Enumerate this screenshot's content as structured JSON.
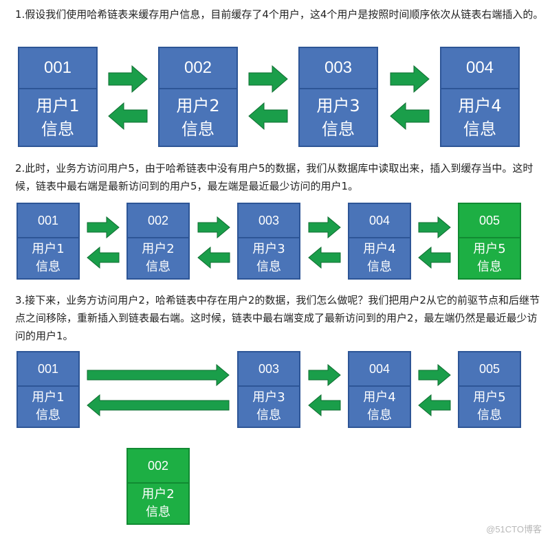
{
  "step1": {
    "text": "1.假设我们使用哈希链表来缓存用户信息，目前缓存了4个用户，这4个用户是按照时间顺序依次从链表右端插入的。",
    "nodes": [
      {
        "id": "001",
        "user": "用户1",
        "info": "信息"
      },
      {
        "id": "002",
        "user": "用户2",
        "info": "信息"
      },
      {
        "id": "003",
        "user": "用户3",
        "info": "信息"
      },
      {
        "id": "004",
        "user": "用户4",
        "info": "信息"
      }
    ]
  },
  "step2": {
    "text": "2.此时，业务方访问用户5，由于哈希链表中没有用户5的数据，我们从数据库中读取出来，插入到缓存当中。这时候，链表中最右端是最新访问到的用户5，最左端是最近最少访问的用户1。",
    "nodes": [
      {
        "id": "001",
        "user": "用户1",
        "info": "信息"
      },
      {
        "id": "002",
        "user": "用户2",
        "info": "信息"
      },
      {
        "id": "003",
        "user": "用户3",
        "info": "信息"
      },
      {
        "id": "004",
        "user": "用户4",
        "info": "信息"
      },
      {
        "id": "005",
        "user": "用户5",
        "info": "信息"
      }
    ]
  },
  "step3": {
    "text": "3.接下来，业务方访问用户2，哈希链表中存在用户2的数据，我们怎么做呢？我们把用户2从它的前驱节点和后继节点之间移除，重新插入到链表最右端。这时候，链表中最右端变成了最新访问到的用户2，最左端仍然是最近最少访问的用户1。",
    "nodes": [
      {
        "id": "001",
        "user": "用户1",
        "info": "信息"
      },
      {
        "id": "003",
        "user": "用户3",
        "info": "信息"
      },
      {
        "id": "004",
        "user": "用户4",
        "info": "信息"
      },
      {
        "id": "005",
        "user": "用户5",
        "info": "信息"
      }
    ],
    "moved": {
      "id": "002",
      "user": "用户2",
      "info": "信息"
    }
  },
  "colors": {
    "node": "#4a74b8",
    "node_new": "#1daf44",
    "arrow": "#1a9e4a"
  },
  "watermark": "@51CTO博客"
}
